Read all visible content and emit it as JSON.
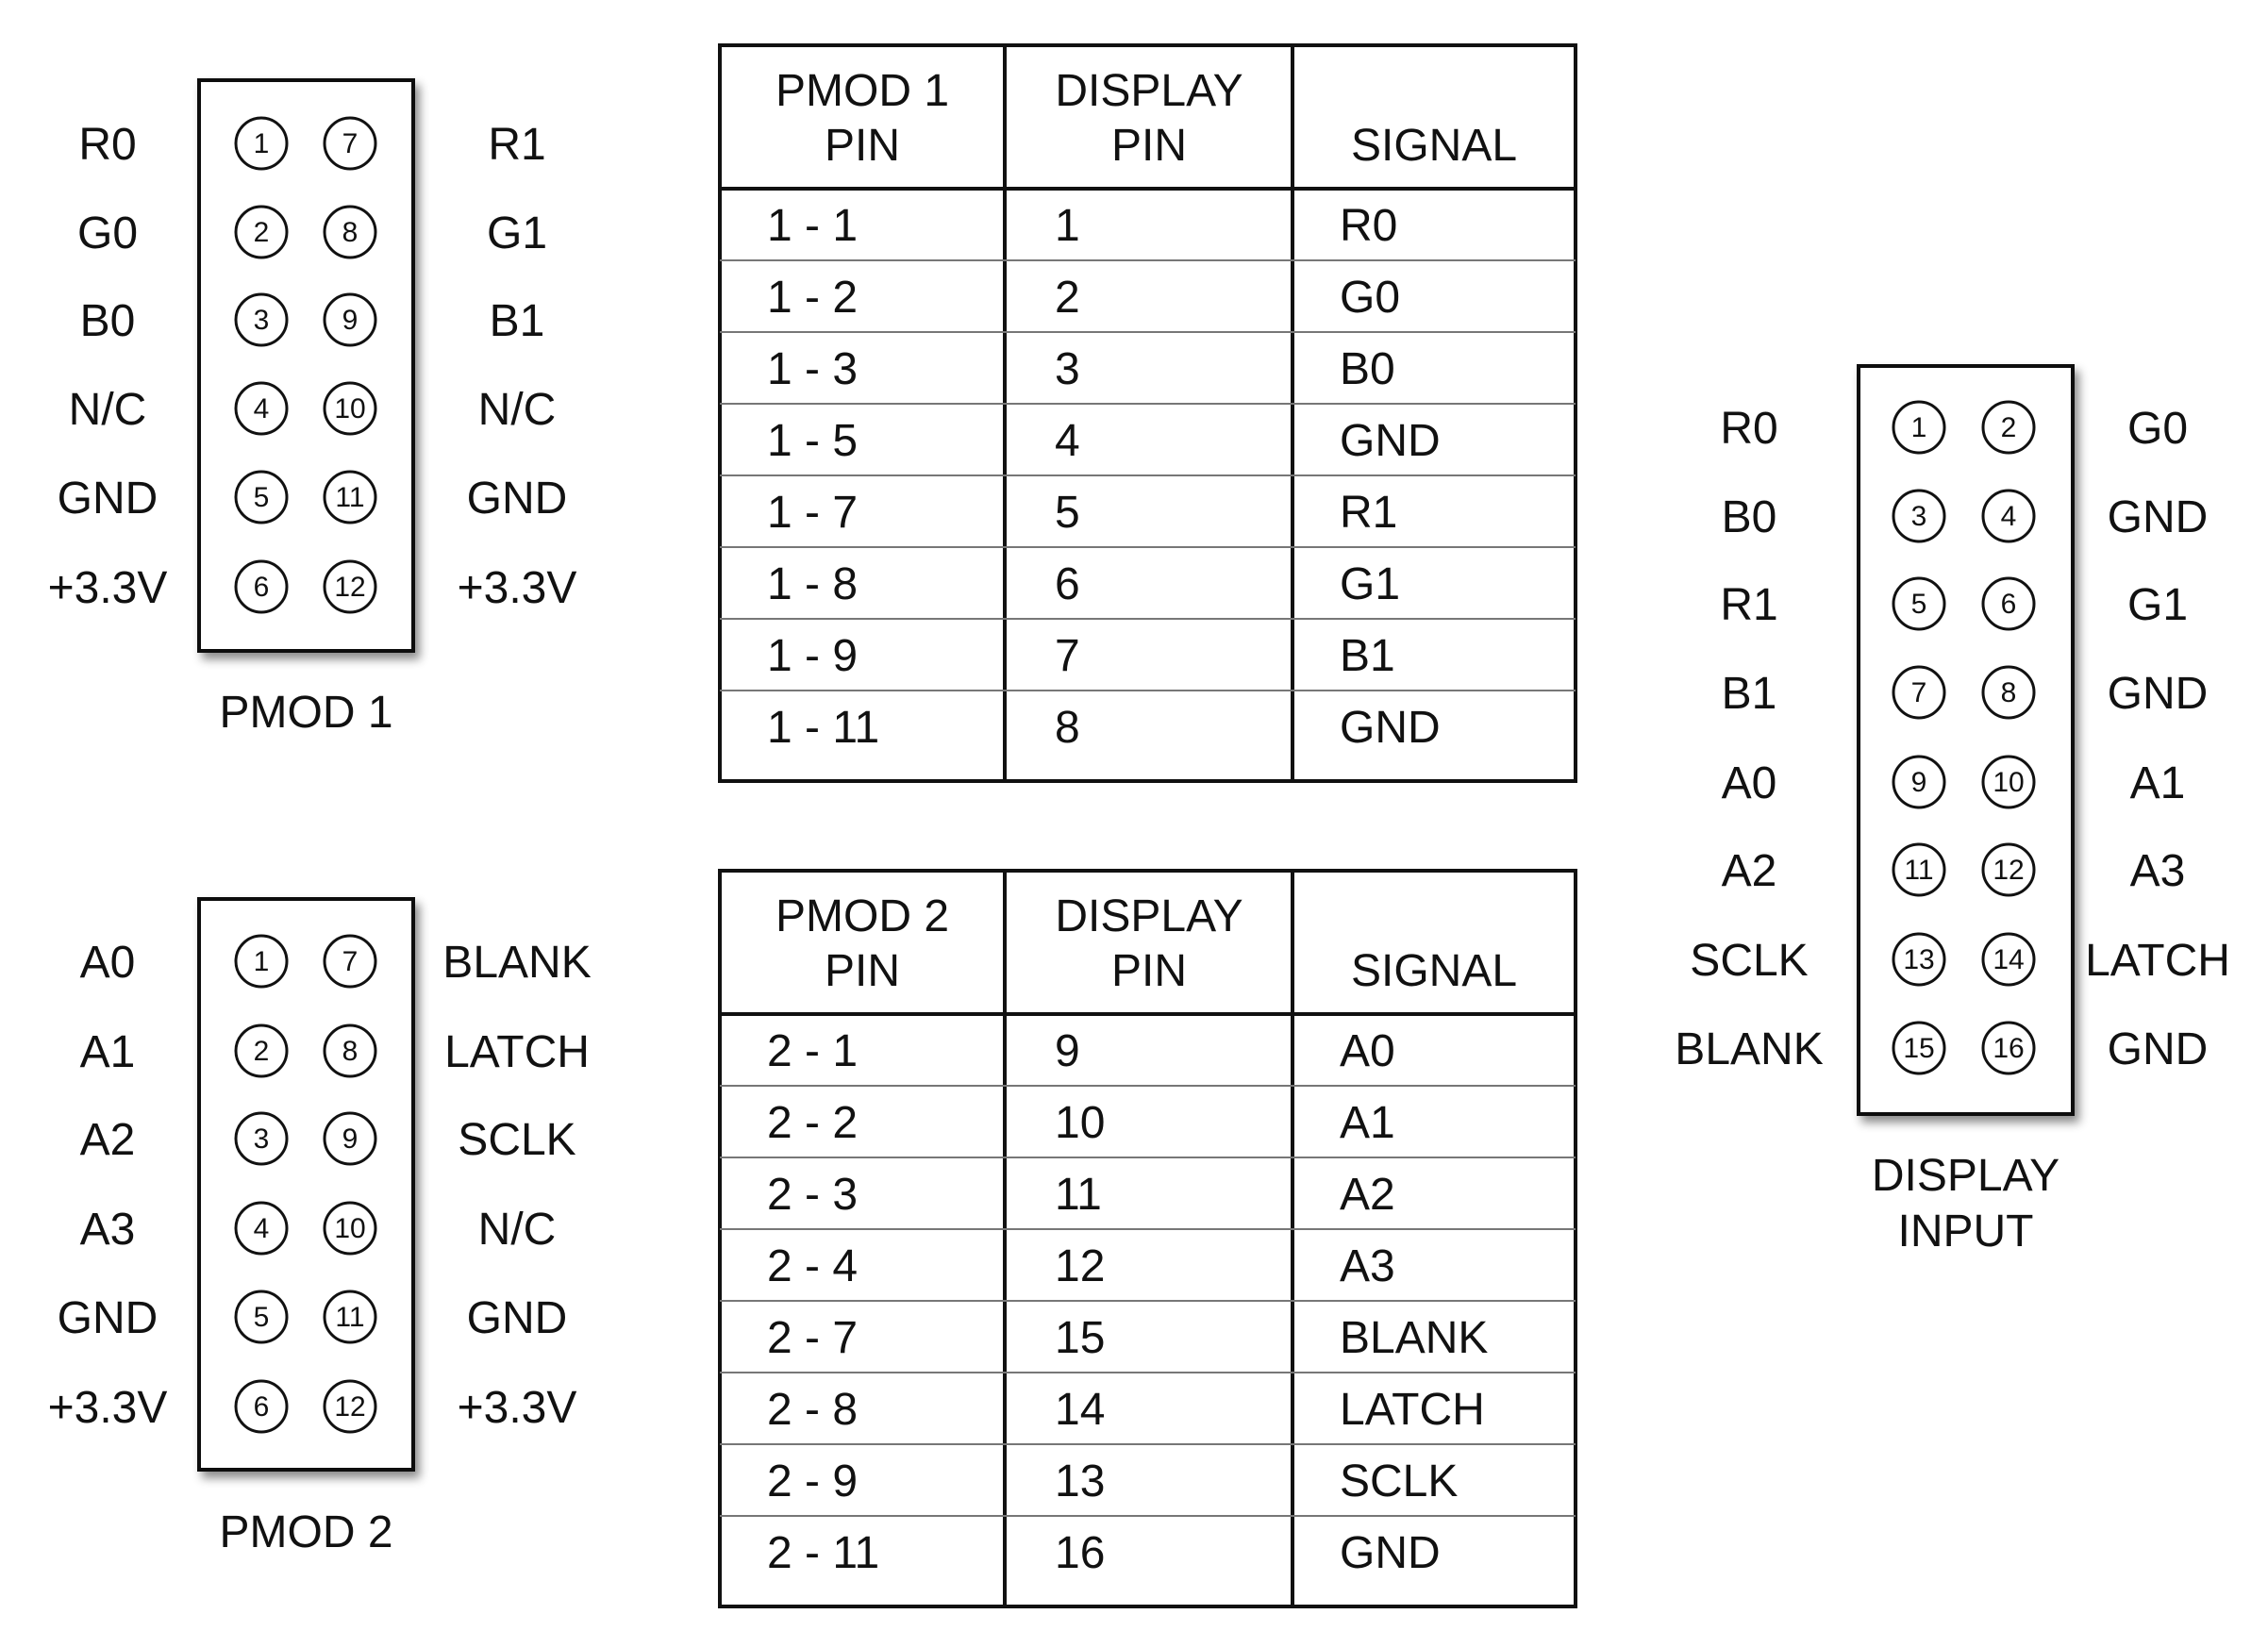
{
  "headers": {
    "pmod1": {
      "col1": [
        "PMOD 1",
        "PIN"
      ],
      "col2": [
        "DISPLAY",
        "PIN"
      ],
      "col3": "SIGNAL"
    },
    "pmod2": {
      "col1": [
        "PMOD 2",
        "PIN"
      ],
      "col2": [
        "DISPLAY",
        "PIN"
      ],
      "col3": "SIGNAL"
    }
  },
  "connectors": [
    {
      "id": "pmod1",
      "caption": [
        "PMOD 1"
      ],
      "left_pins": [
        "1",
        "2",
        "3",
        "4",
        "5",
        "6"
      ],
      "right_pins": [
        "7",
        "8",
        "9",
        "10",
        "11",
        "12"
      ],
      "left_labels": [
        "R0",
        "G0",
        "B0",
        "N/C",
        "GND",
        "+3.3V"
      ],
      "right_labels": [
        "R1",
        "G1",
        "B1",
        "N/C",
        "GND",
        "+3.3V"
      ]
    },
    {
      "id": "pmod2",
      "caption": [
        "PMOD 2"
      ],
      "left_pins": [
        "1",
        "2",
        "3",
        "4",
        "5",
        "6"
      ],
      "right_pins": [
        "7",
        "8",
        "9",
        "10",
        "11",
        "12"
      ],
      "left_labels": [
        "A0",
        "A1",
        "A2",
        "A3",
        "GND",
        "+3.3V"
      ],
      "right_labels": [
        "BLANK",
        "LATCH",
        "SCLK",
        "N/C",
        "GND",
        "+3.3V"
      ]
    },
    {
      "id": "display",
      "caption": [
        "DISPLAY",
        "INPUT"
      ],
      "left_pins": [
        "1",
        "3",
        "5",
        "7",
        "9",
        "11",
        "13",
        "15"
      ],
      "right_pins": [
        "2",
        "4",
        "6",
        "8",
        "10",
        "12",
        "14",
        "16"
      ],
      "left_labels": [
        "R0",
        "B0",
        "R1",
        "B1",
        "A0",
        "A2",
        "SCLK",
        "BLANK"
      ],
      "right_labels": [
        "G0",
        "GND",
        "G1",
        "GND",
        "A1",
        "A3",
        "LATCH",
        "GND"
      ]
    }
  ],
  "tables": [
    {
      "id": "pmod1-map",
      "rows": [
        [
          "1 - 1",
          "1",
          "R0"
        ],
        [
          "1 - 2",
          "2",
          "G0"
        ],
        [
          "1 - 3",
          "3",
          "B0"
        ],
        [
          "1 - 5",
          "4",
          "GND"
        ],
        [
          "1 - 7",
          "5",
          "R1"
        ],
        [
          "1 - 8",
          "6",
          "G1"
        ],
        [
          "1 - 9",
          "7",
          "B1"
        ],
        [
          "1 - 11",
          "8",
          "GND"
        ]
      ]
    },
    {
      "id": "pmod2-map",
      "rows": [
        [
          "2 - 1",
          "9",
          "A0"
        ],
        [
          "2 - 2",
          "10",
          "A1"
        ],
        [
          "2 - 3",
          "11",
          "A2"
        ],
        [
          "2 - 4",
          "12",
          "A3"
        ],
        [
          "2 - 7",
          "15",
          "BLANK"
        ],
        [
          "2 - 8",
          "14",
          "LATCH"
        ],
        [
          "2 - 9",
          "13",
          "SCLK"
        ],
        [
          "2 - 11",
          "16",
          "GND"
        ]
      ]
    }
  ]
}
